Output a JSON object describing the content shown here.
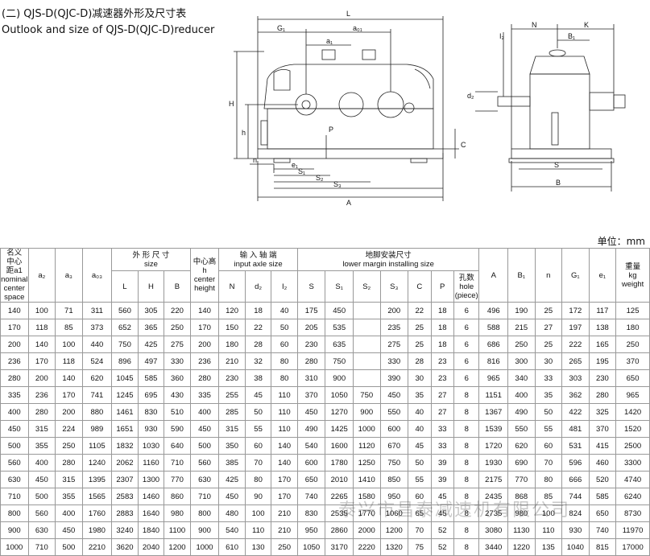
{
  "title": {
    "cn": "(二) QJS-D(QJC-D)减速器外形及尺寸表",
    "en": "Outlook and size of QJS-D(QJC-D)reducer"
  },
  "drawing_labels": {
    "L": "L",
    "G1": "G₁",
    "a01": "a₀₁",
    "a1": "a₁",
    "H": "H",
    "h": "h",
    "P": "P",
    "n": "n",
    "e1": "e₁",
    "S1": "S₁",
    "S2": "S₂",
    "S3": "S₃",
    "A": "A",
    "C": "C",
    "N": "N",
    "K": "K",
    "B1": "B₁",
    "I2": "I₂",
    "d2": "d₂",
    "S": "S",
    "B": "B"
  },
  "unit": "单位：mm",
  "headers": {
    "nominal": [
      "名义",
      "中心",
      "距a1",
      "nominal",
      "center",
      "space"
    ],
    "a2": "a₂",
    "a3": "a₃",
    "a03": "a₀₃",
    "outline_group": [
      "外 形 尺 寸",
      "size"
    ],
    "L": "L",
    "H": "H",
    "B": "B",
    "center_height": [
      "中心高",
      "h",
      "center",
      "height"
    ],
    "input_group": [
      "输 入 轴 端",
      "input axle size"
    ],
    "N": "N",
    "d2": "d₂",
    "I2": "I₂",
    "lower_group": [
      "地脚安装尺寸",
      "lower margin installing size"
    ],
    "S": "S",
    "S1": "S₁",
    "S2": "S₂",
    "S3": "S₃",
    "C": "C",
    "P": "P",
    "hole": [
      "孔数",
      "hole",
      "(piece)"
    ],
    "A": "A",
    "B1": "B₁",
    "n": "n",
    "G1": "G₁",
    "e1": "e₁",
    "weight": [
      "重量",
      "kg",
      "weight"
    ]
  },
  "rows": [
    [
      "140",
      "100",
      "71",
      "311",
      "560",
      "305",
      "220",
      "140",
      "120",
      "18",
      "40",
      "175",
      "450",
      "",
      "200",
      "22",
      "18",
      "6",
      "496",
      "190",
      "25",
      "172",
      "117",
      "125"
    ],
    [
      "170",
      "118",
      "85",
      "373",
      "652",
      "365",
      "250",
      "170",
      "150",
      "22",
      "50",
      "205",
      "535",
      "",
      "235",
      "25",
      "18",
      "6",
      "588",
      "215",
      "27",
      "197",
      "138",
      "180"
    ],
    [
      "200",
      "140",
      "100",
      "440",
      "750",
      "425",
      "275",
      "200",
      "180",
      "28",
      "60",
      "230",
      "635",
      "",
      "275",
      "25",
      "18",
      "6",
      "686",
      "250",
      "25",
      "222",
      "165",
      "250"
    ],
    [
      "236",
      "170",
      "118",
      "524",
      "896",
      "497",
      "330",
      "236",
      "210",
      "32",
      "80",
      "280",
      "750",
      "",
      "330",
      "28",
      "23",
      "6",
      "816",
      "300",
      "30",
      "265",
      "195",
      "370"
    ],
    [
      "280",
      "200",
      "140",
      "620",
      "1045",
      "585",
      "360",
      "280",
      "230",
      "38",
      "80",
      "310",
      "900",
      "",
      "390",
      "30",
      "23",
      "6",
      "965",
      "340",
      "33",
      "303",
      "230",
      "650"
    ],
    [
      "335",
      "236",
      "170",
      "741",
      "1245",
      "695",
      "430",
      "335",
      "255",
      "45",
      "110",
      "370",
      "1050",
      "750",
      "450",
      "35",
      "27",
      "8",
      "1151",
      "400",
      "35",
      "362",
      "280",
      "965"
    ],
    [
      "400",
      "280",
      "200",
      "880",
      "1461",
      "830",
      "510",
      "400",
      "285",
      "50",
      "110",
      "450",
      "1270",
      "900",
      "550",
      "40",
      "27",
      "8",
      "1367",
      "490",
      "50",
      "422",
      "325",
      "1420"
    ],
    [
      "450",
      "315",
      "224",
      "989",
      "1651",
      "930",
      "590",
      "450",
      "315",
      "55",
      "110",
      "490",
      "1425",
      "1000",
      "600",
      "40",
      "33",
      "8",
      "1539",
      "550",
      "55",
      "481",
      "370",
      "1520"
    ],
    [
      "500",
      "355",
      "250",
      "1105",
      "1832",
      "1030",
      "640",
      "500",
      "350",
      "60",
      "140",
      "540",
      "1600",
      "1120",
      "670",
      "45",
      "33",
      "8",
      "1720",
      "620",
      "60",
      "531",
      "415",
      "2500"
    ],
    [
      "560",
      "400",
      "280",
      "1240",
      "2062",
      "1160",
      "710",
      "560",
      "385",
      "70",
      "140",
      "600",
      "1780",
      "1250",
      "750",
      "50",
      "39",
      "8",
      "1930",
      "690",
      "70",
      "596",
      "460",
      "3300"
    ],
    [
      "630",
      "450",
      "315",
      "1395",
      "2307",
      "1300",
      "770",
      "630",
      "425",
      "80",
      "170",
      "650",
      "2010",
      "1410",
      "850",
      "55",
      "39",
      "8",
      "2175",
      "770",
      "80",
      "666",
      "520",
      "4740"
    ],
    [
      "710",
      "500",
      "355",
      "1565",
      "2583",
      "1460",
      "860",
      "710",
      "450",
      "90",
      "170",
      "740",
      "2265",
      "1580",
      "950",
      "60",
      "45",
      "8",
      "2435",
      "868",
      "85",
      "744",
      "585",
      "6240"
    ],
    [
      "800",
      "560",
      "400",
      "1760",
      "2883",
      "1640",
      "980",
      "800",
      "480",
      "100",
      "210",
      "830",
      "2535",
      "1770",
      "1060",
      "65",
      "45",
      "8",
      "2735",
      "980",
      "100",
      "824",
      "650",
      "8730"
    ],
    [
      "900",
      "630",
      "450",
      "1980",
      "3240",
      "1840",
      "1100",
      "900",
      "540",
      "110",
      "210",
      "950",
      "2860",
      "2000",
      "1200",
      "70",
      "52",
      "8",
      "3080",
      "1130",
      "110",
      "930",
      "740",
      "11970"
    ],
    [
      "1000",
      "710",
      "500",
      "2210",
      "3620",
      "2040",
      "1200",
      "1000",
      "610",
      "130",
      "250",
      "1050",
      "3170",
      "2220",
      "1320",
      "75",
      "52",
      "8",
      "3440",
      "1220",
      "135",
      "1040",
      "815",
      "17000"
    ]
  ],
  "watermark": "泰兴市昌泰减速机有限公司"
}
